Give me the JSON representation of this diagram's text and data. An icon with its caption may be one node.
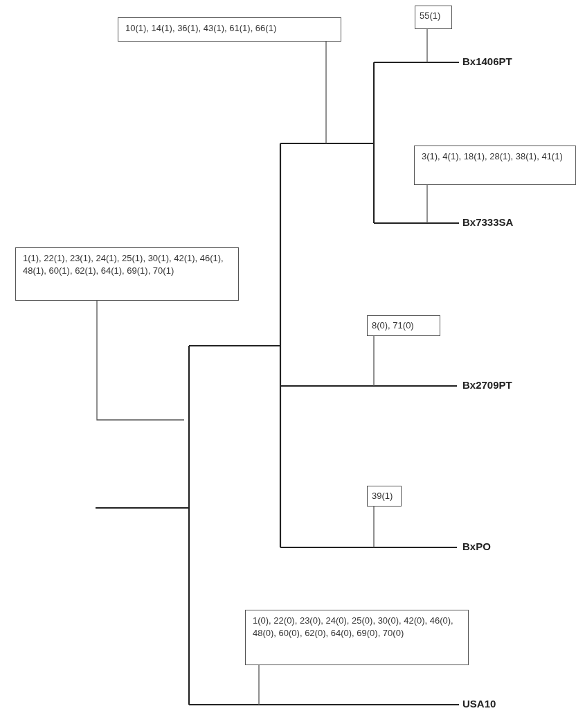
{
  "diagram": {
    "nodes": [
      {
        "text": [
          "55(1)"
        ]
      },
      {
        "text": [
          "10(1), 14(1), 36(1), 43(1), 61(1), 66(1)"
        ]
      },
      {
        "text": [
          "3(1), 4(1), 18(1), 28(1), 38(1), 41(1)"
        ]
      },
      {
        "text": [
          "1(1), 22(1), 23(1), 24(1), 25(1), 30(1), 42(1), 46(1), 48(1), 60(1), 62(1), 64(1), 69(1), 70(1)"
        ]
      },
      {
        "text": [
          "8(0), 71(0)"
        ]
      },
      {
        "text": [
          "39(1)"
        ]
      },
      {
        "text": [
          "1(0), 22(0), 23(0), 24(0), 25(0), 30(0), 42(0), 46(0), 48(0), 60(0), 62(0), 64(0), 69(0), 70(0)"
        ]
      }
    ],
    "edges": [
      {
        "from": 0,
        "to": null,
        "arrow": "none"
      },
      {
        "from": 1,
        "to": null,
        "arrow": "none"
      },
      {
        "from": 2,
        "to": null,
        "arrow": "none"
      },
      {
        "from": 3,
        "to": null,
        "arrow": "none"
      },
      {
        "from": 4,
        "to": null,
        "arrow": "none"
      },
      {
        "from": 5,
        "to": null,
        "arrow": "none"
      },
      {
        "from": 6,
        "to": null,
        "arrow": "none"
      }
    ],
    "labels": [
      "Bx1406PT",
      "Bx7333SA",
      "Bx2709PT",
      "BxPO",
      "USA10"
    ]
  }
}
